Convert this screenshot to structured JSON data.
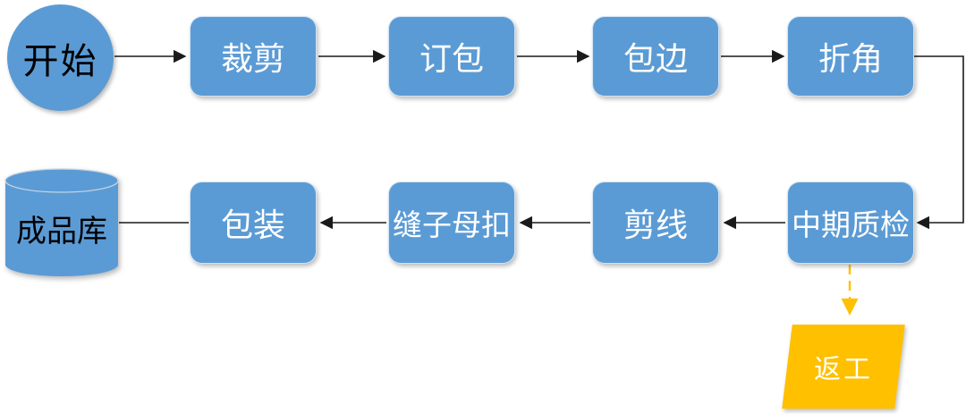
{
  "flowchart": {
    "nodes": {
      "start": {
        "label": "开始",
        "shape": "circle"
      },
      "steps_top": [
        {
          "label": "裁剪"
        },
        {
          "label": "订包"
        },
        {
          "label": "包边"
        },
        {
          "label": "折角"
        }
      ],
      "steps_bottom": [
        {
          "label": "中期质检"
        },
        {
          "label": "剪线"
        },
        {
          "label": "缝子母扣"
        },
        {
          "label": "包装"
        }
      ],
      "warehouse": {
        "label": "成品库",
        "shape": "cylinder"
      },
      "rework": {
        "label": "返工",
        "shape": "parallelogram"
      }
    },
    "edges": [
      {
        "from": "开始",
        "to": "裁剪",
        "style": "solid-arrow"
      },
      {
        "from": "裁剪",
        "to": "订包",
        "style": "solid-arrow"
      },
      {
        "from": "订包",
        "to": "包边",
        "style": "solid-arrow"
      },
      {
        "from": "包边",
        "to": "折角",
        "style": "solid-arrow"
      },
      {
        "from": "折角",
        "to": "中期质检",
        "style": "solid-arrow-elbow"
      },
      {
        "from": "中期质检",
        "to": "剪线",
        "style": "solid-arrow"
      },
      {
        "from": "剪线",
        "to": "缝子母扣",
        "style": "solid-arrow"
      },
      {
        "from": "缝子母扣",
        "to": "包装",
        "style": "solid-arrow"
      },
      {
        "from": "包装",
        "to": "成品库",
        "style": "solid-line"
      },
      {
        "from": "中期质检",
        "to": "返工",
        "style": "dashed-arrow-orange"
      }
    ],
    "colors": {
      "node_fill": "#5B9BD5",
      "node_text": "#FFFFFF",
      "terminal_text": "#000000",
      "connector": "#1A1A1A",
      "rework_fill": "#FFC000",
      "rework_connector": "#FFC000"
    }
  }
}
